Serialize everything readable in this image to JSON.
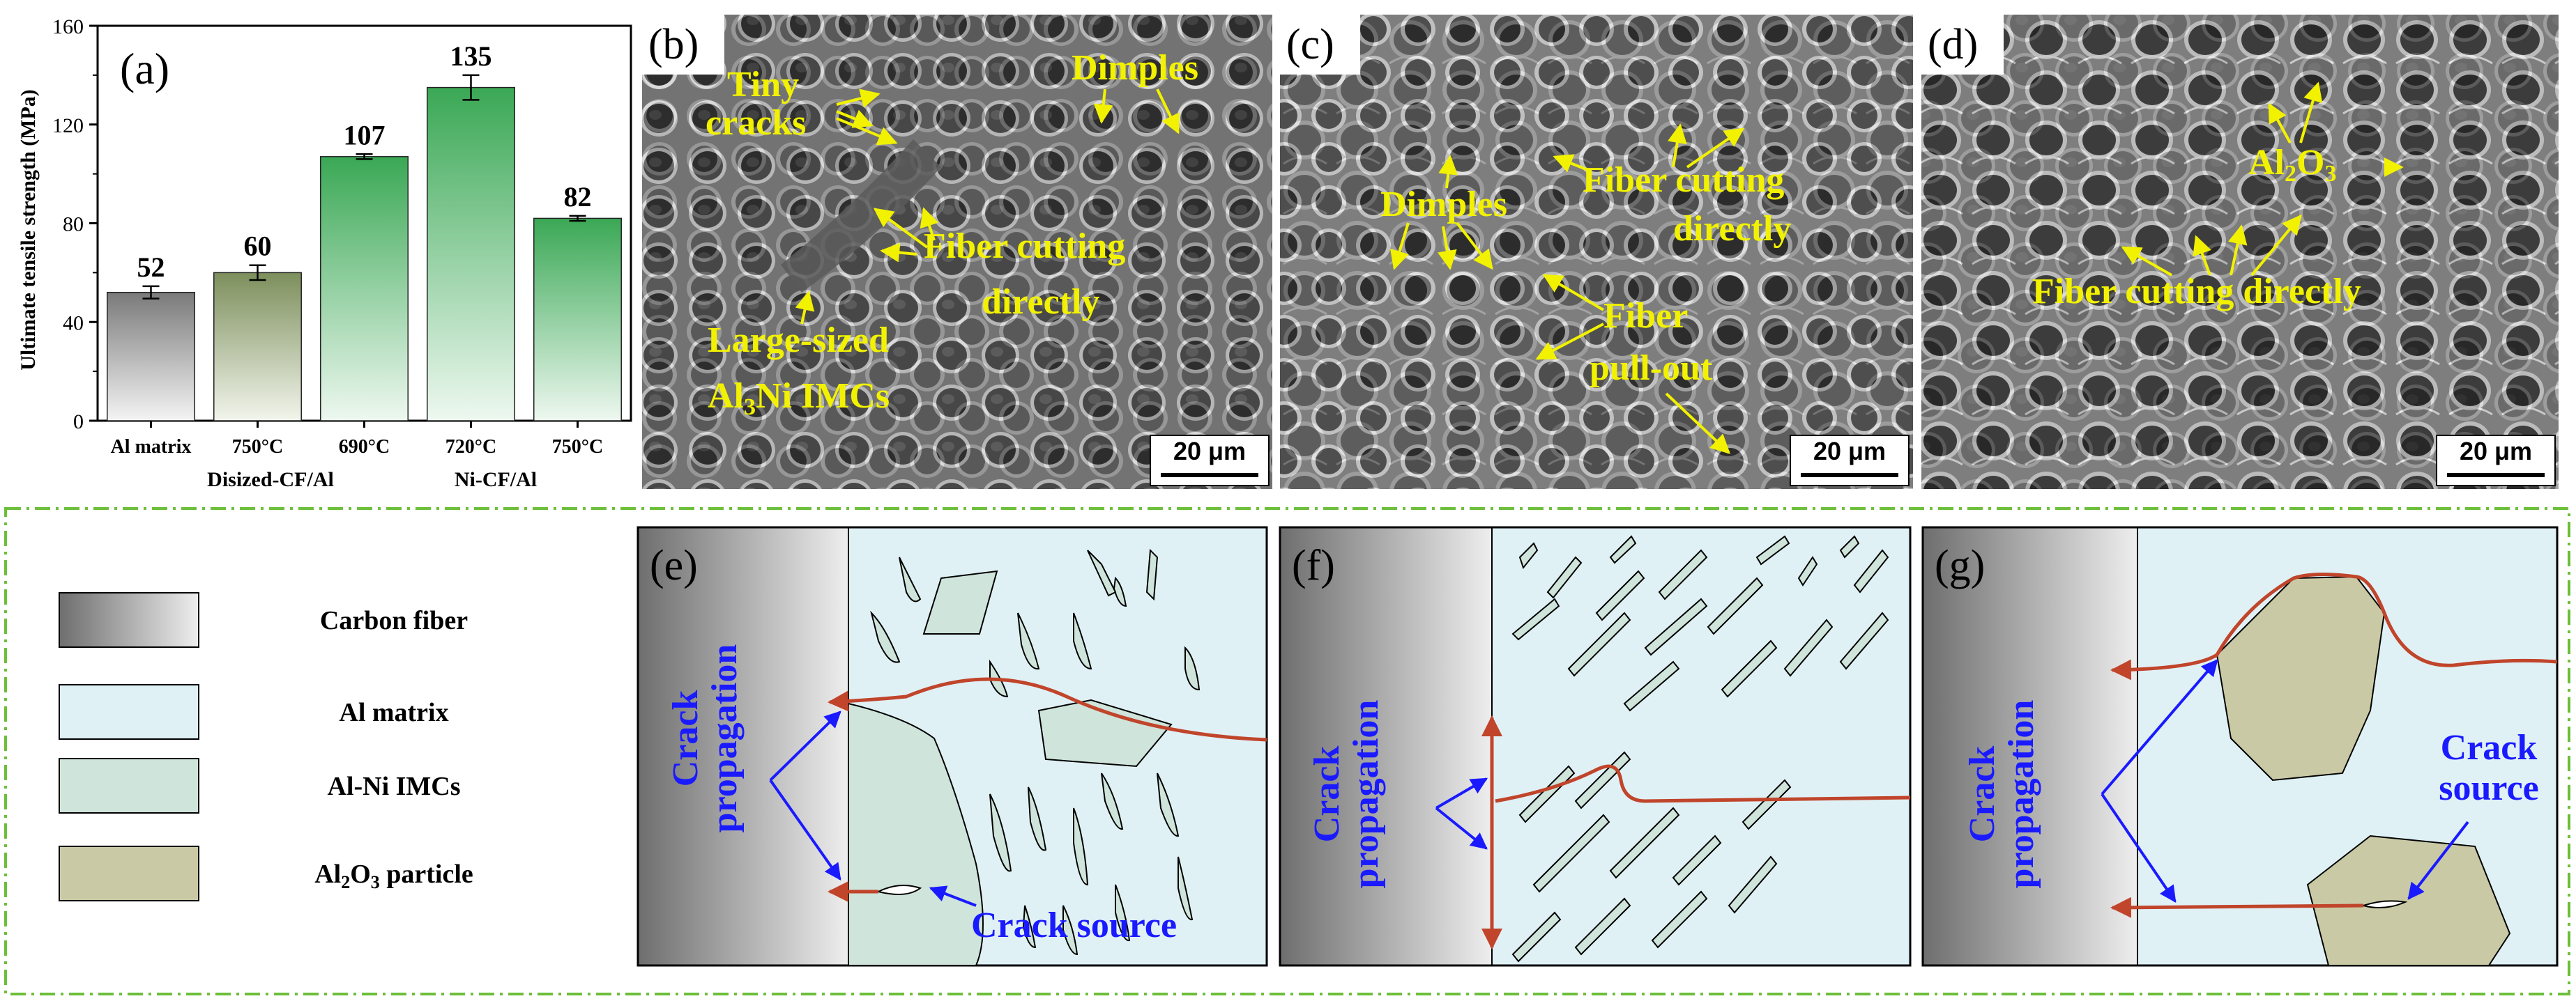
{
  "chart_data": {
    "type": "bar",
    "panel_label": "(a)",
    "ylabel": "Ultimate tensile strength (MPa)",
    "categories": [
      "Al matrix",
      "750°C",
      "690°C",
      "720°C",
      "750°C"
    ],
    "group_labels": [
      "Disized-CF/Al",
      "Ni-CF/Al"
    ],
    "values": [
      52,
      60,
      107,
      135,
      82
    ],
    "value_labels": [
      "52",
      "60",
      "107",
      "135",
      "82"
    ],
    "errors": [
      2.5,
      3,
      1,
      5,
      1
    ],
    "ylim": [
      0,
      160
    ],
    "yticks": [
      "0",
      "40",
      "80",
      "120",
      "160"
    ],
    "colors": [
      "#8c8c8c",
      "#8a9a6a",
      "#3fae5a",
      "#3fae5a",
      "#3fae5a"
    ]
  },
  "sem": {
    "b": {
      "letter": "(b)",
      "labels": [
        "Tiny",
        "cracks",
        "Dimples",
        "Fiber cutting",
        "directly",
        "Large-sized",
        "Al",
        "3",
        "Ni IMCs"
      ],
      "scale": "20 μm"
    },
    "c": {
      "letter": "(c)",
      "labels": [
        "Fiber cutting",
        "directly",
        "Dimples",
        "Fiber",
        "pull-out"
      ],
      "scale": "20 μm"
    },
    "d": {
      "letter": "(d)",
      "labels": [
        "Al",
        "2",
        "O",
        "3",
        "Fiber cutting directly"
      ],
      "scale": "20 μm"
    }
  },
  "legend": {
    "items": [
      "Carbon fiber",
      "Al matrix",
      "Al-Ni IMCs",
      "Al",
      "2",
      "O",
      "3",
      " particle"
    ],
    "colors": {
      "carbon_fiber": "#8a8a8a",
      "al_matrix": "#e0f1f6",
      "imc": "#cfe4da",
      "al2o3": "#c9caa5"
    }
  },
  "schematic": {
    "e": {
      "letter": "(e)",
      "crack_prop": [
        "Crack",
        "propagation"
      ],
      "crack_source": "Crack source"
    },
    "f": {
      "letter": "(f)",
      "crack_prop": [
        "Crack",
        "propagation"
      ]
    },
    "g": {
      "letter": "(g)",
      "crack_prop": [
        "Crack",
        "propagation"
      ],
      "crack_source": [
        "Crack",
        "source"
      ]
    }
  },
  "colors": {
    "crack": "#c0452b",
    "arrow_blue": "#1a1aff",
    "label_yellow": "#f2f200",
    "dash_green": "#6cbf3a"
  }
}
